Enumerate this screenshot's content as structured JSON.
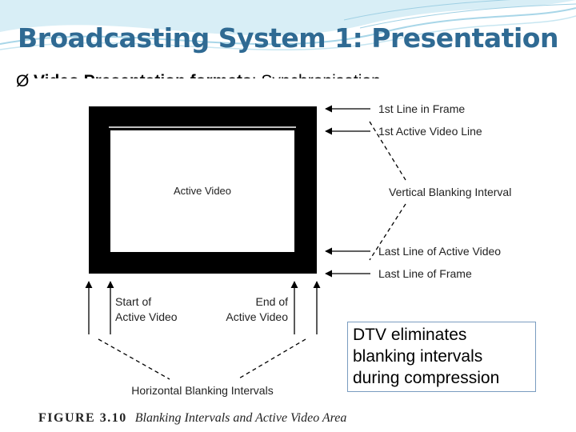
{
  "slide": {
    "title": "Broadcasting System 1: Presentation",
    "bullet_marker": "Ø",
    "bullet_bold": "Video Presentation formats",
    "bullet_rest": ": Synchronisation"
  },
  "diagram": {
    "center_label": "Active Video",
    "right_labels": {
      "first_line_frame": "1st Line in Frame",
      "first_active_line": "1st Active Video Line",
      "vbi": "Vertical Blanking Interval",
      "last_active_line": "Last Line of Active Video",
      "last_line_frame": "Last Line of Frame"
    },
    "bottom_labels": {
      "start_line1": "Start of",
      "start_line2": "Active Video",
      "end_line1": "End of",
      "end_line2": "Active Video",
      "hbi": "Horizontal Blanking Intervals"
    },
    "note": "DTV eliminates blanking intervals during compression",
    "figure_number": "FIGURE 3.10",
    "figure_caption": "Blanking Intervals and Active Video Area",
    "colors": {
      "title": "#2f6a93",
      "frame": "#000000",
      "note_border": "#7a9cc0"
    }
  }
}
